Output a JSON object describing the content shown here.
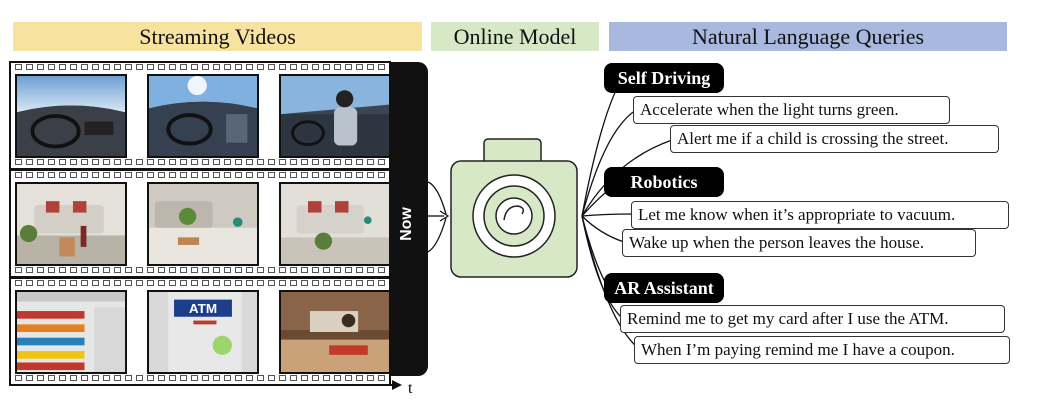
{
  "banners": {
    "streaming": "Streaming Videos",
    "model": "Online Model",
    "queries": "Natural Language Queries"
  },
  "now_label": "Now",
  "time_axis_label": "t",
  "categories": [
    {
      "label": "Self Driving",
      "queries": [
        "Accelerate when the light turns green.",
        "Alert me if a child is crossing the street."
      ]
    },
    {
      "label": "Robotics",
      "queries": [
        "Let me know when it’s appropriate to vacuum.",
        "Wake up when the person leaves the house."
      ]
    },
    {
      "label": "AR Assistant",
      "queries": [
        "Remind me to get my card after I use the ATM.",
        "When I’m paying remind me I have a coupon."
      ]
    }
  ],
  "atm_sign": "ATM",
  "colors": {
    "streaming_banner": "#f7e2a0",
    "model_banner": "#d7e8c7",
    "queries_banner": "#a9b8de",
    "camera_fill": "#d7e8c7"
  }
}
